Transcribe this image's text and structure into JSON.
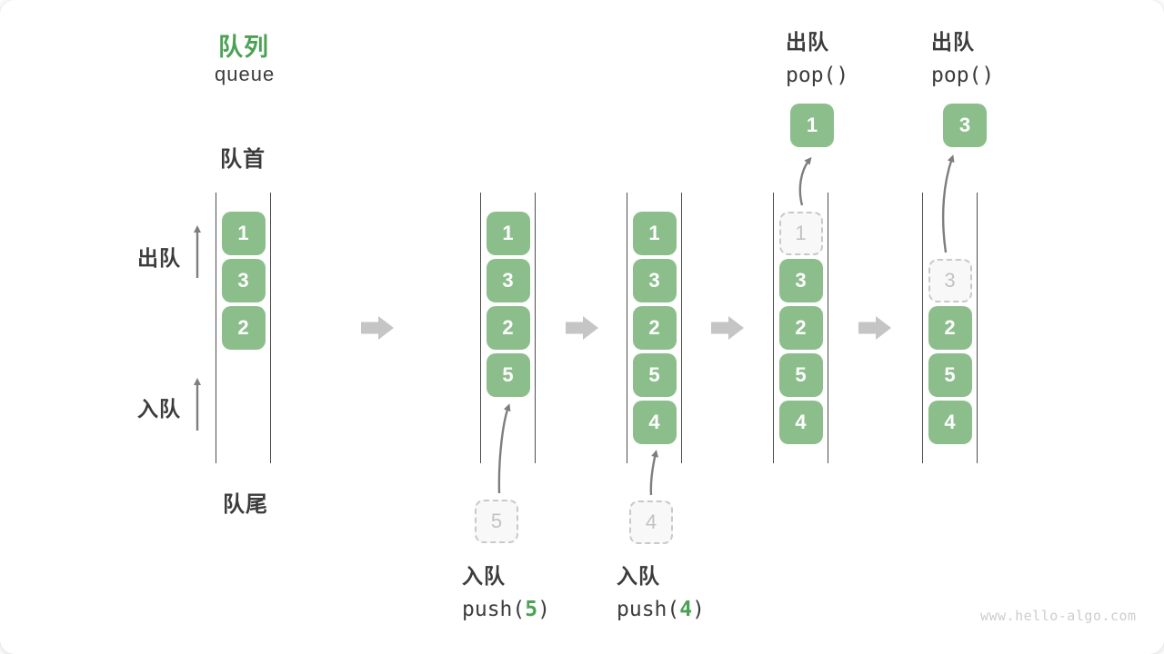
{
  "title": {
    "zh": "队列",
    "en": "queue"
  },
  "labels": {
    "front": "队首",
    "rear": "队尾",
    "dequeue": "出队",
    "enqueue": "入队"
  },
  "colors": {
    "box_green": "#8CBE8C",
    "accent_green": "#4CA154",
    "text_dark": "#3C3C3C",
    "block_arrow_gray": "#C5C5C5",
    "thin_arrow_gray": "#7E7E7E",
    "queue_line_gray": "#4D4D4D",
    "dashed_border": "#C9C9C9",
    "dashed_fill": "#F8F8F8",
    "dashed_text": "#C2C2C2"
  },
  "queues": [
    {
      "name": "state-1",
      "boxes": [
        {
          "value": "1"
        },
        {
          "value": "3"
        },
        {
          "value": "2"
        }
      ]
    },
    {
      "name": "state-2",
      "boxes": [
        {
          "value": "1"
        },
        {
          "value": "3"
        },
        {
          "value": "2"
        },
        {
          "value": "5"
        }
      ],
      "pending": {
        "value": "5"
      },
      "operation": {
        "label": "入队",
        "code_prefix": "push(",
        "code_arg": "5",
        "code_suffix": ")"
      }
    },
    {
      "name": "state-3",
      "boxes": [
        {
          "value": "1"
        },
        {
          "value": "3"
        },
        {
          "value": "2"
        },
        {
          "value": "5"
        },
        {
          "value": "4"
        }
      ],
      "pending": {
        "value": "4"
      },
      "operation": {
        "label": "入队",
        "code_prefix": "push(",
        "code_arg": "4",
        "code_suffix": ")"
      }
    },
    {
      "name": "state-4",
      "boxes": [
        {
          "value": "1",
          "removed": true
        },
        {
          "value": "3"
        },
        {
          "value": "2"
        },
        {
          "value": "5"
        },
        {
          "value": "4"
        }
      ],
      "popped": {
        "value": "1"
      },
      "operation": {
        "label": "出队",
        "code": "pop()"
      }
    },
    {
      "name": "state-5",
      "boxes": [
        {
          "value": "3",
          "removed": true
        },
        {
          "value": "2"
        },
        {
          "value": "5"
        },
        {
          "value": "4"
        }
      ],
      "popped": {
        "value": "3"
      },
      "operation": {
        "label": "出队",
        "code": "pop()"
      }
    }
  ],
  "watermark": "www.hello-algo.com"
}
